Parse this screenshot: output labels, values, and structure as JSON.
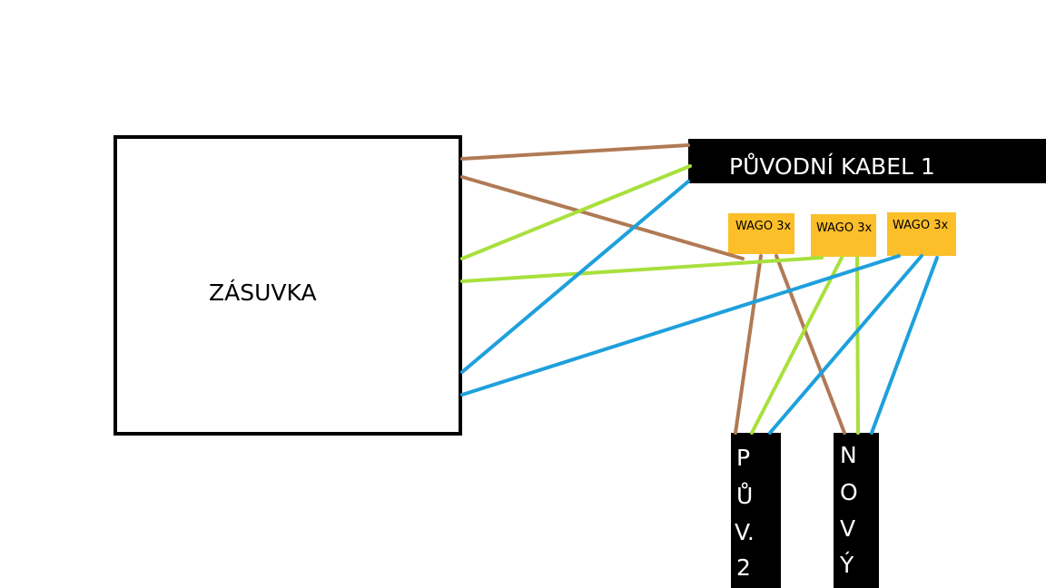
{
  "socket": {
    "label": "ZÁSUVKA"
  },
  "cable_original_1": {
    "label": "PŮVODNÍ KABEL 1"
  },
  "wago_connectors": [
    {
      "label": "WAGO 3x"
    },
    {
      "label": "WAGO 3x"
    },
    {
      "label": "WAGO 3x"
    }
  ],
  "cable_original_2": {
    "label_chars": [
      "P",
      "Ů",
      "V.",
      "2"
    ]
  },
  "cable_new": {
    "label_chars": [
      "N",
      "O",
      "V",
      "Ý"
    ]
  },
  "colors": {
    "brown": "#b07a55",
    "green": "#a8e03c",
    "blue": "#1ea0dc",
    "wago": "#fcbf2a",
    "black": "#000000",
    "white": "#ffffff"
  }
}
